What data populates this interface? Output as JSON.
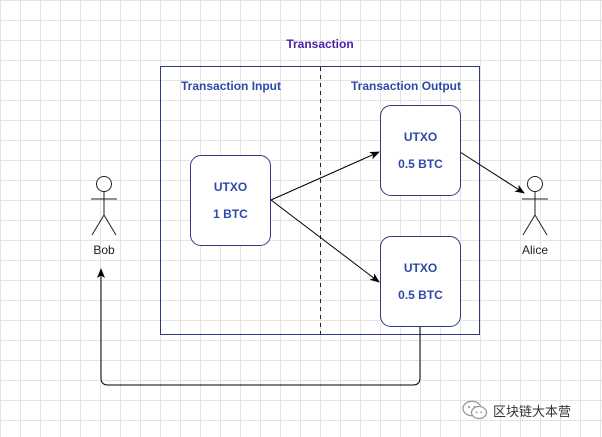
{
  "diagram": {
    "title": "Transaction",
    "input_section_label": "Transaction Input",
    "output_section_label": "Transaction Output",
    "input_utxo": {
      "name": "UTXO",
      "amount": "1 BTC"
    },
    "output_utxos": [
      {
        "name": "UTXO",
        "amount": "0.5 BTC"
      },
      {
        "name": "UTXO",
        "amount": "0.5 BTC"
      }
    ],
    "actors": {
      "sender": "Bob",
      "receiver": "Alice"
    }
  },
  "watermark": {
    "text": "区块链大本营",
    "icon": "wechat-icon"
  },
  "colors": {
    "title_text": "#4b1fa8",
    "section_text": "#2d4aa8",
    "box_text": "#2d4aa8",
    "border": "#2d3a8c",
    "arrow": "#000000",
    "grid": "#e4e4e4"
  }
}
